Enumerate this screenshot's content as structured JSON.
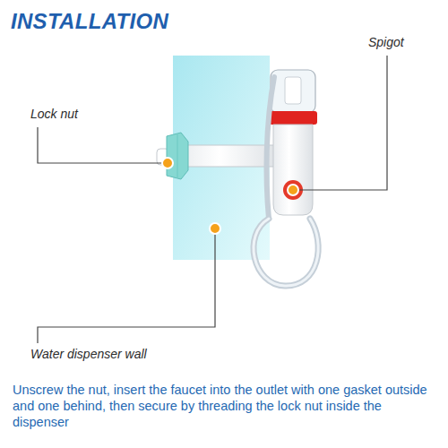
{
  "diagram": {
    "title": "INSTALLATION",
    "caption": "Unscrew the nut, insert the faucet into the outlet with one gasket outside and one behind, then secure by threading the lock nut inside the dispenser",
    "labels": [
      "Lock nut",
      "Spigot",
      "Water dispenser wall"
    ]
  }
}
